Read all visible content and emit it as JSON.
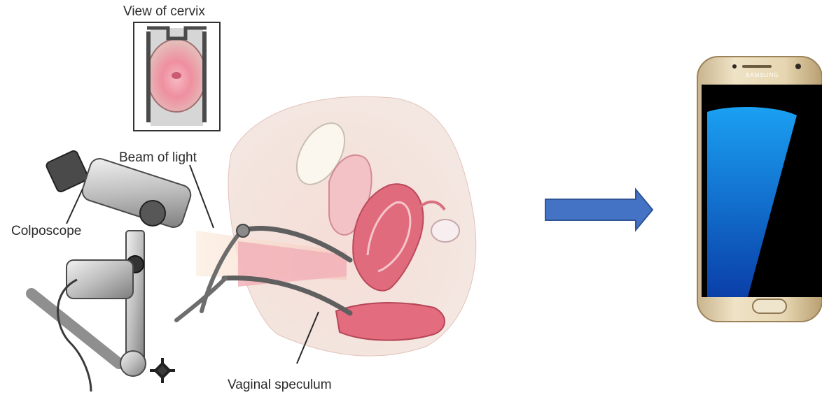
{
  "labels": {
    "view_of_cervix": "View of cervix",
    "beam_of_light": "Beam of light",
    "colposcope": "Colposcope",
    "vaginal_speculum": "Vaginal speculum"
  },
  "phone": {
    "brand": "SAMSUNG"
  },
  "arrow": {
    "color": "#4472C4"
  }
}
